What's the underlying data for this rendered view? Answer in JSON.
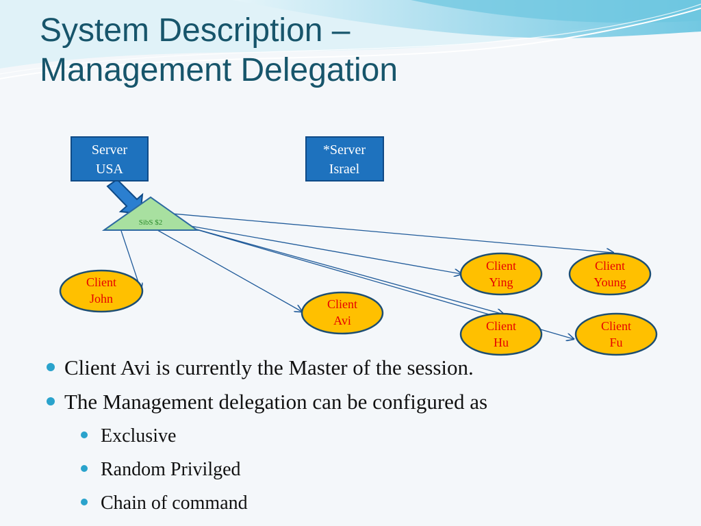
{
  "slide": {
    "title_line1": "System Description –",
    "title_line2": "Management Delegation"
  },
  "diagram": {
    "servers": [
      {
        "id": "server-usa",
        "line1": "Server",
        "line2": "USA"
      },
      {
        "id": "server-israel",
        "line1": "*Server",
        "line2": "Israel"
      }
    ],
    "hub": {
      "label": "SibS $2"
    },
    "clients": [
      {
        "id": "client-john",
        "line1": "Client",
        "line2": "John"
      },
      {
        "id": "client-avi",
        "line1": "Client",
        "line2": "Avi"
      },
      {
        "id": "client-ying",
        "line1": "Client",
        "line2": "Ying"
      },
      {
        "id": "client-young",
        "line1": "Client",
        "line2": "Young"
      },
      {
        "id": "client-hu",
        "line1": "Client",
        "line2": "Hu"
      },
      {
        "id": "client-fu",
        "line1": "Client",
        "line2": "Fu"
      }
    ],
    "connections": [
      {
        "from": "server-usa",
        "to": "hub",
        "style": "thick-arrow"
      },
      {
        "from": "hub",
        "to": "client-john"
      },
      {
        "from": "hub",
        "to": "client-avi"
      },
      {
        "from": "hub",
        "to": "client-ying"
      },
      {
        "from": "hub",
        "to": "client-young"
      },
      {
        "from": "hub",
        "to": "client-hu"
      },
      {
        "from": "hub",
        "to": "client-fu"
      }
    ]
  },
  "bullets": [
    {
      "level": 1,
      "text": "Client Avi is currently the Master of the session."
    },
    {
      "level": 1,
      "text": "The Management delegation can be configured as"
    },
    {
      "level": 2,
      "text": "Exclusive"
    },
    {
      "level": 2,
      "text": "Random Privilged"
    },
    {
      "level": 2,
      "text": "Chain of command"
    }
  ],
  "colors": {
    "title": "#17556b",
    "server_fill": "#1e72be",
    "client_fill": "#ffc000",
    "client_text": "#e60000",
    "hub_fill": "#a8e0a0",
    "bullet_dot": "#2aa3cc"
  }
}
